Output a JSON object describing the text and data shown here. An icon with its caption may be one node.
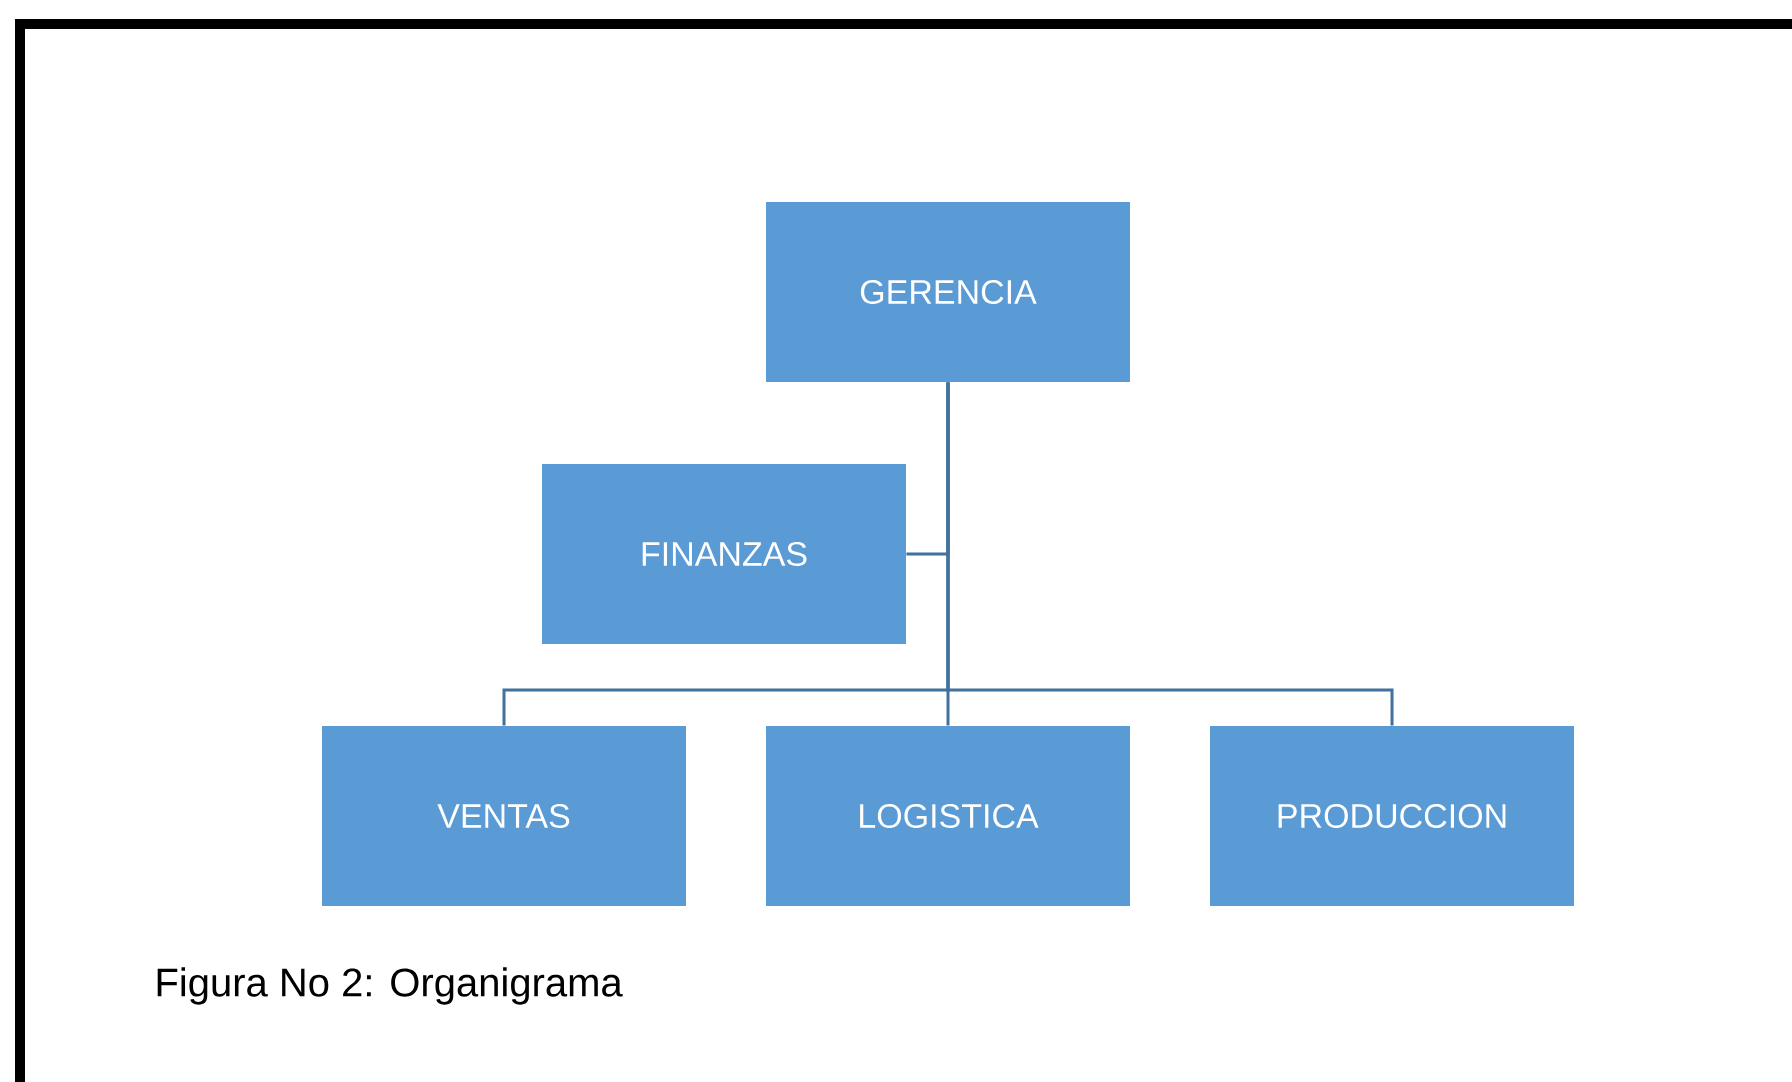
{
  "diagram": {
    "caption": "Figura No 2: Organigrama",
    "nodes": [
      {
        "text": [
          "GERENCIA"
        ]
      },
      {
        "text": [
          "FINANZAS"
        ]
      },
      {
        "text": [
          "VENTAS"
        ]
      },
      {
        "text": [
          "LOGISTICA"
        ]
      },
      {
        "text": [
          "PRODUCCION"
        ]
      }
    ],
    "edges": [
      {
        "from": 0,
        "to": 1,
        "arrow": "none"
      },
      {
        "from": 0,
        "to": 2,
        "arrow": "none"
      },
      {
        "from": 0,
        "to": 3,
        "arrow": "none"
      },
      {
        "from": 0,
        "to": 4,
        "arrow": "none"
      }
    ]
  }
}
